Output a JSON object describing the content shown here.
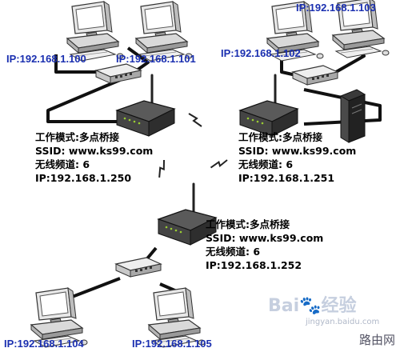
{
  "pcs": {
    "pc100": "IP:192.168.1.100",
    "pc101": "IP:192.168.1.101",
    "pc102": "IP:192.168.1.102",
    "pc103": "IP:192.168.1.103",
    "pc104": "IP:192.168.1.104",
    "pc105": "IP:192.168.1.105"
  },
  "bridges": {
    "left": {
      "mode": "工作模式:多点桥接",
      "ssid": "SSID: www.ks99.com",
      "channel": "无线频道: 6",
      "ip": "IP:192.168.1.250"
    },
    "right": {
      "mode": "工作模式:多点桥接",
      "ssid": "SSID: www.ks99.com",
      "channel": "无线频道: 6",
      "ip": "IP:192.168.1.251"
    },
    "bottom": {
      "mode": "工作模式:多点桥接",
      "ssid": "SSID: www.ks99.com",
      "channel": "无线频道: 6",
      "ip": "IP:192.168.1.252"
    }
  },
  "watermark": {
    "brand": "Bai🐾经验",
    "url": "jingyan.baidu.com",
    "site": "路由网"
  }
}
